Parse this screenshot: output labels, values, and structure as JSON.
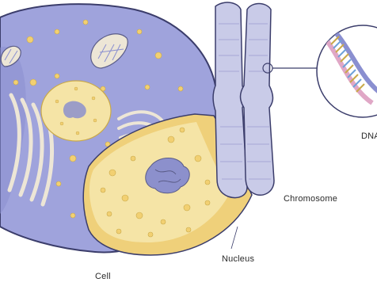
{
  "labels": {
    "cell": "Cell",
    "nucleus": "Nucleus",
    "chromosome": "Chromosome",
    "dna": "DNA"
  },
  "colors": {
    "cytoplasm": "#9fa3dc",
    "cytoplasm_shade": "#8a8fd0",
    "cell_outline": "#3b3d6b",
    "nucleus_fill": "#f5e4a6",
    "nucleus_rim": "#efd07a",
    "granule": "#f2d072",
    "organelle_fill": "#ede6d6",
    "chromatin": "#8c90cc",
    "chromosome": "#c9cbe8",
    "dna_strand_pink": "#e0a7c6",
    "dna_strand_blue": "#8a8fd0"
  }
}
